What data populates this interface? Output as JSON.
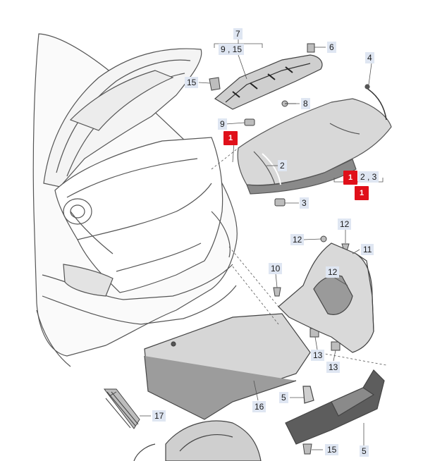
{
  "callouts": {
    "c7": "7",
    "c9_15": "9 , 15",
    "c6": "6",
    "c4": "4",
    "c15a": "15",
    "c8": "8",
    "c9": "9",
    "c2": "2",
    "c2_3": "2 , 3",
    "c3": "3",
    "c12a": "12",
    "c12b": "12",
    "c11": "11",
    "c10": "10",
    "c12c": "12",
    "c13a": "13",
    "c13b": "13",
    "c5a": "5",
    "c16": "16",
    "c17": "17",
    "c15b": "15",
    "c5b": "5"
  },
  "markers": {
    "m1a": "1",
    "m1b": "1",
    "m1c": "1"
  },
  "colors": {
    "label_bg": "#dfe6f2",
    "marker_red": "#e0101a",
    "line": "#444444",
    "part_fill": "#d9d9d9",
    "part_dark": "#6b6b6b"
  }
}
